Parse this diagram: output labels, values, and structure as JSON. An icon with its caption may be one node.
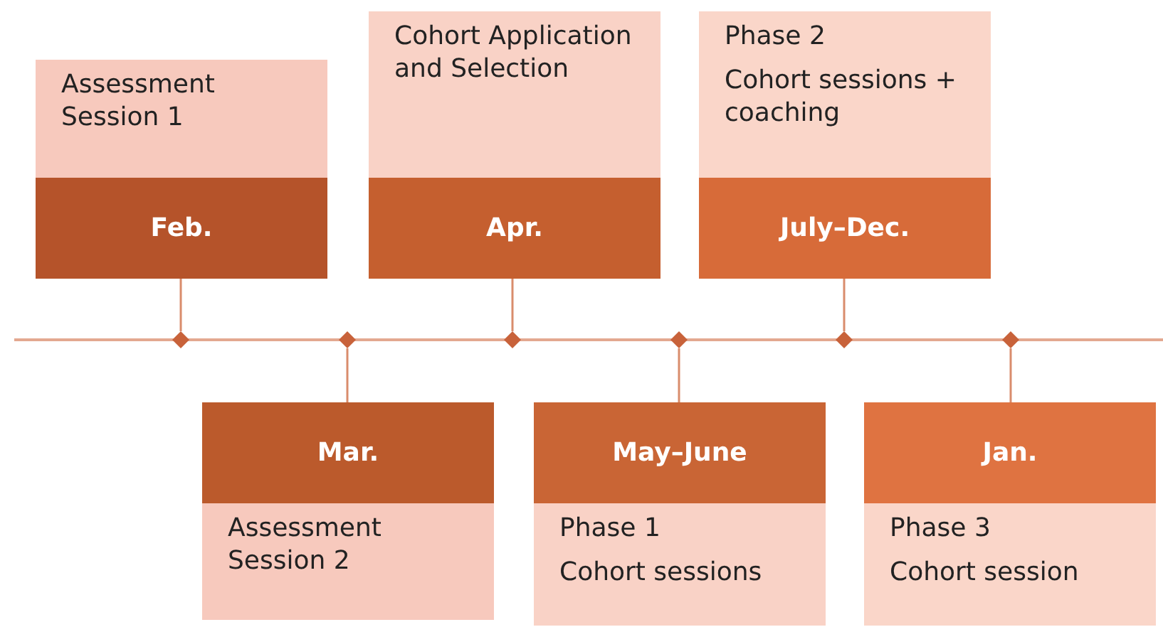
{
  "diagram": {
    "nodes": [
      {
        "text": [
          "Assessment Session 1",
          "Feb."
        ]
      },
      {
        "text": [
          "Cohort Application and Selection",
          "Apr."
        ]
      },
      {
        "text": [
          "Phase 2",
          "Cohort sessions + coaching",
          "July–Dec."
        ]
      },
      {
        "text": [],
        "shape": "diamond"
      },
      {
        "text": [],
        "shape": "diamond"
      },
      {
        "text": [],
        "shape": "diamond"
      },
      {
        "text": [],
        "shape": "diamond"
      },
      {
        "text": [],
        "shape": "diamond"
      },
      {
        "text": [],
        "shape": "diamond"
      },
      {
        "text": [
          "Mar.",
          "Assessment Session 2"
        ]
      },
      {
        "text": [
          "May–June",
          "Phase 1",
          "Cohort sessions"
        ]
      },
      {
        "text": [
          "Jan.",
          "Phase 3",
          "Cohort session"
        ]
      }
    ],
    "edges": [
      {
        "from": 0,
        "to": 3,
        "arrow": "none"
      },
      {
        "from": 9,
        "to": 4,
        "arrow": "none"
      },
      {
        "from": 1,
        "to": 5,
        "arrow": "none"
      },
      {
        "from": 10,
        "to": 6,
        "arrow": "none"
      },
      {
        "from": 2,
        "to": 7,
        "arrow": "none"
      },
      {
        "from": 11,
        "to": 8,
        "arrow": "none"
      }
    ]
  }
}
